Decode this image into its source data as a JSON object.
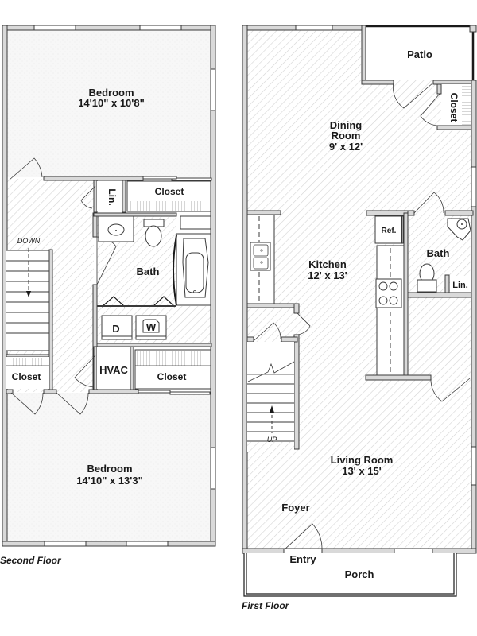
{
  "colors": {
    "wall_fill": "#d9d9d9",
    "wall_stroke": "#3a3a3a",
    "floor_speckle": "#f4f4f4",
    "hatch": "#d0d0d0",
    "text": "#1a1a1a",
    "background": "#ffffff"
  },
  "second_floor": {
    "caption": "Second Floor",
    "rooms": {
      "bedroom_top": {
        "name": "Bedroom",
        "dims": "14'10\" x 10'8\""
      },
      "linen": {
        "name": "Lin."
      },
      "closet_top": {
        "name": "Closet"
      },
      "bath": {
        "name": "Bath"
      },
      "dryer": {
        "name": "D"
      },
      "washer": {
        "name": "W"
      },
      "stairs": {
        "label": "DOWN"
      },
      "closet_left": {
        "name": "Closet"
      },
      "hvac": {
        "name": "HVAC"
      },
      "closet_bottom": {
        "name": "Closet"
      },
      "bedroom_bottom": {
        "name": "Bedroom",
        "dims": "14'10\" x 13'3\""
      }
    }
  },
  "first_floor": {
    "caption": "First Floor",
    "rooms": {
      "patio": {
        "name": "Patio"
      },
      "closet": {
        "name": "Closet"
      },
      "dining": {
        "name_line1": "Dining",
        "name_line2": "Room",
        "dims": "9' x 12'"
      },
      "kitchen": {
        "name": "Kitchen",
        "dims": "12' x 13'"
      },
      "refrigerator": {
        "name": "Ref."
      },
      "bath": {
        "name": "Bath"
      },
      "linen": {
        "name": "Lin."
      },
      "stairs": {
        "label": "UP"
      },
      "living": {
        "name": "Living Room",
        "dims": "13' x 15'"
      },
      "foyer": {
        "name": "Foyer"
      },
      "entry": {
        "name": "Entry"
      },
      "porch": {
        "name": "Porch"
      }
    }
  }
}
